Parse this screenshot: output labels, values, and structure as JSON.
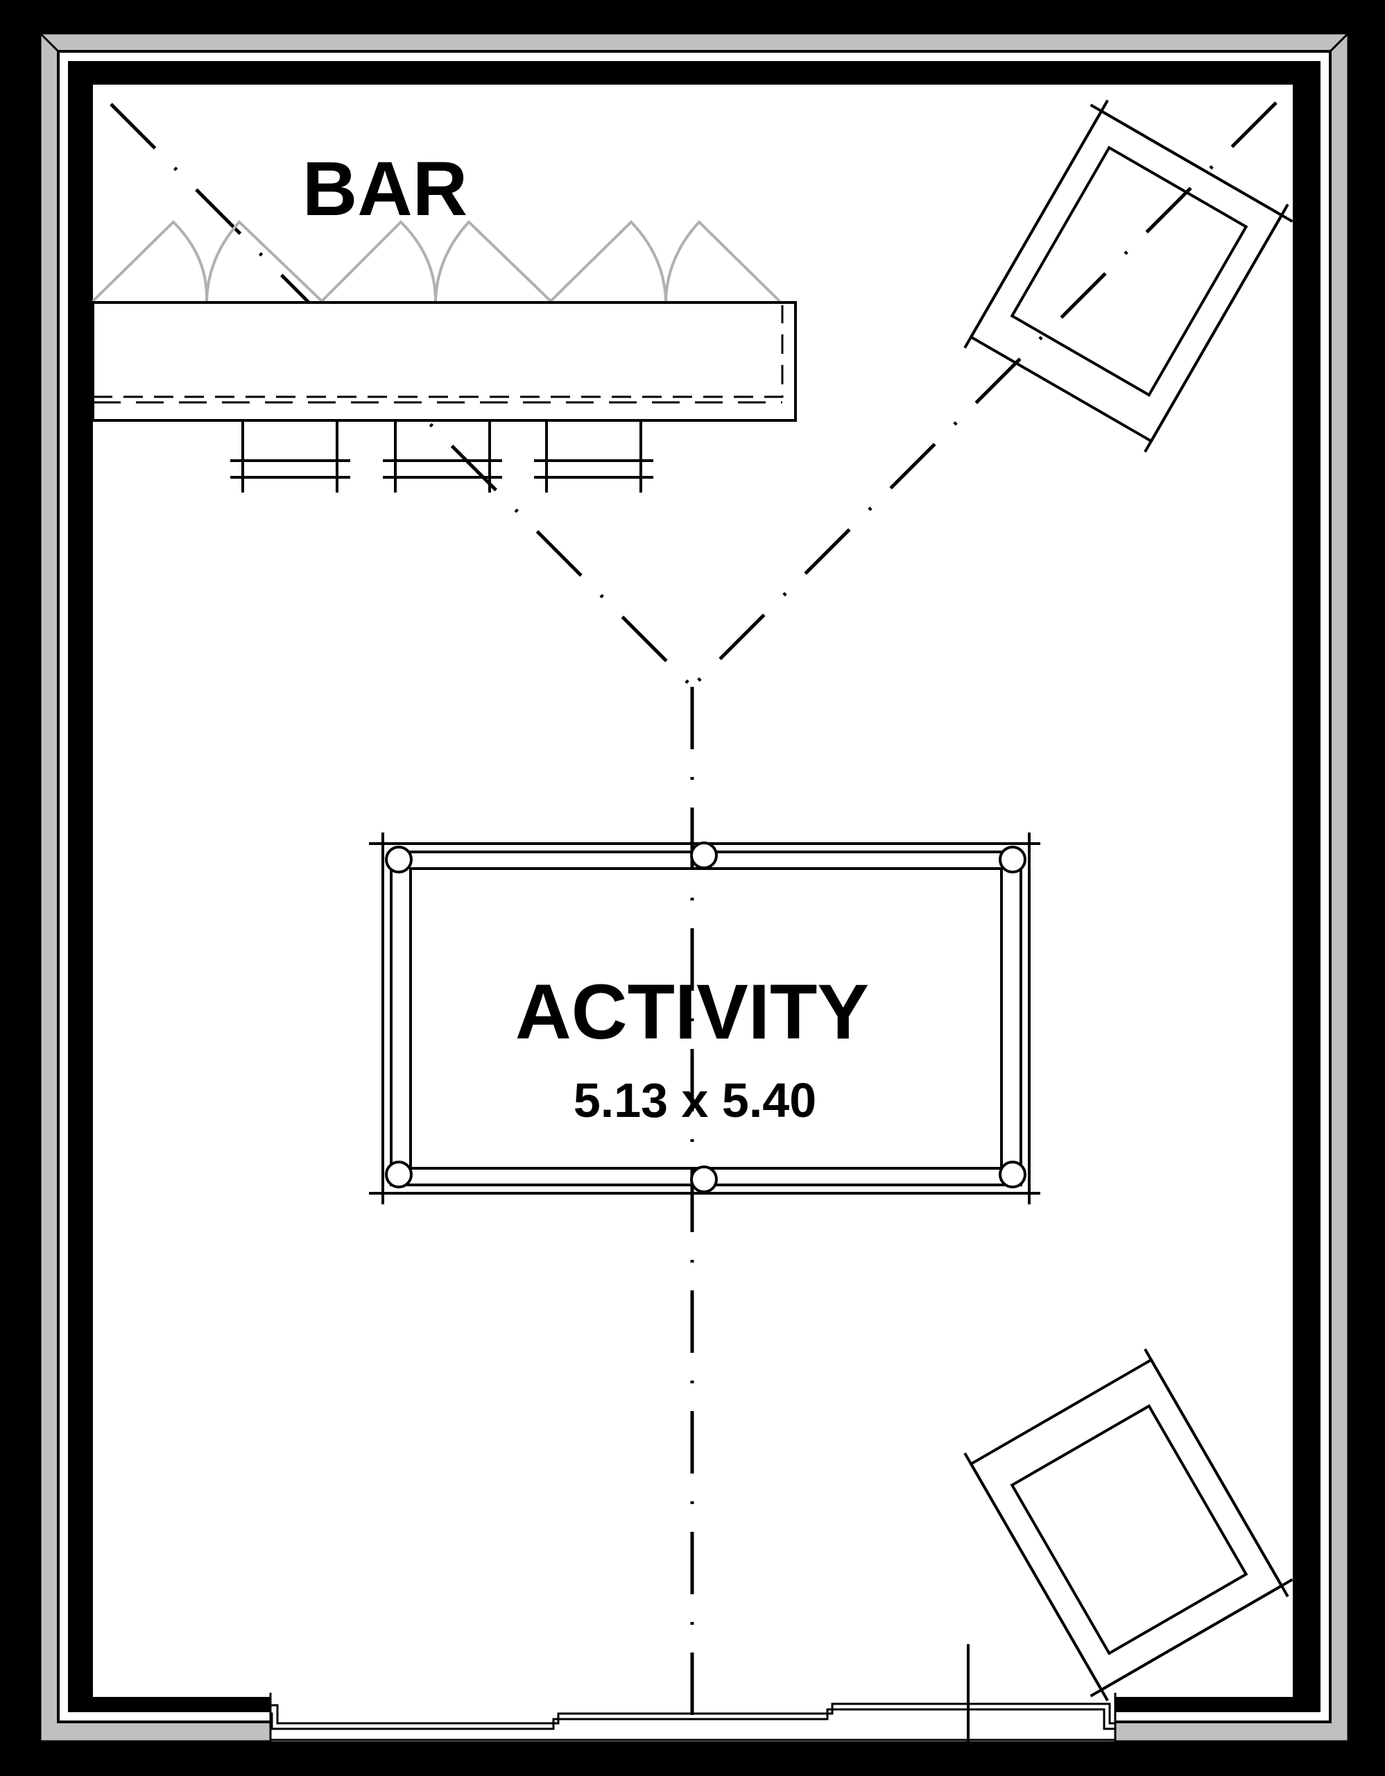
{
  "plan": {
    "labels": {
      "bar": "BAR",
      "activity": "ACTIVITY",
      "dimensions": "5.13 x 5.40"
    },
    "colors": {
      "background": "#000000",
      "outer_wall": "#c0c0c0",
      "interior_wall": "#000000",
      "floor": "#ffffff",
      "line": "#000000",
      "stool_outline": "#b0b0b0"
    }
  }
}
